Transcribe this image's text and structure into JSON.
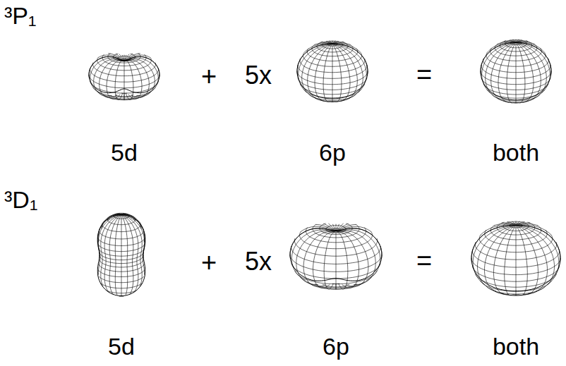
{
  "diagram": {
    "labels": [
      "³P₁",
      "+",
      "5x",
      "=",
      "5d",
      "6p",
      "both",
      "³D₁",
      "+",
      "5x",
      "=",
      "5d",
      "6p",
      "both"
    ]
  }
}
